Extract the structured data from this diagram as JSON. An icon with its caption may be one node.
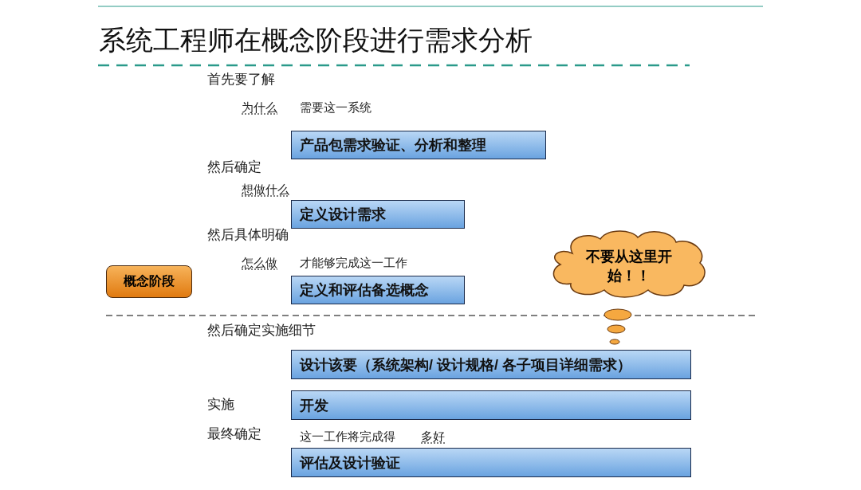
{
  "diagram": {
    "title": "系统工程师在概念阶段进行需求分析",
    "nodes": [
      {
        "text": [
          "产品包需求验证、分析和整理"
        ]
      },
      {
        "text": [
          "定义设计需求"
        ]
      },
      {
        "text": [
          "不要从这里开始！！"
        ]
      },
      {
        "text": [
          "概念阶段"
        ]
      },
      {
        "text": [
          "定义和评估备选概念"
        ]
      },
      {
        "text": [
          "设计该要（系统架构/ 设计规格/ 各子项目详细需求）"
        ]
      },
      {
        "text": [
          "开发"
        ]
      },
      {
        "text": [
          "评估及设计验证"
        ]
      }
    ],
    "edges": [],
    "labels": [
      "首先要了解",
      "为什么",
      "需要这一系统",
      "然后确定",
      "想做什么",
      "然后具体明确",
      "怎么做",
      "才能够完成这一工作",
      "然后确定实施细节",
      "实施",
      "最终确定",
      "这一工作将完成得",
      "多好"
    ]
  }
}
